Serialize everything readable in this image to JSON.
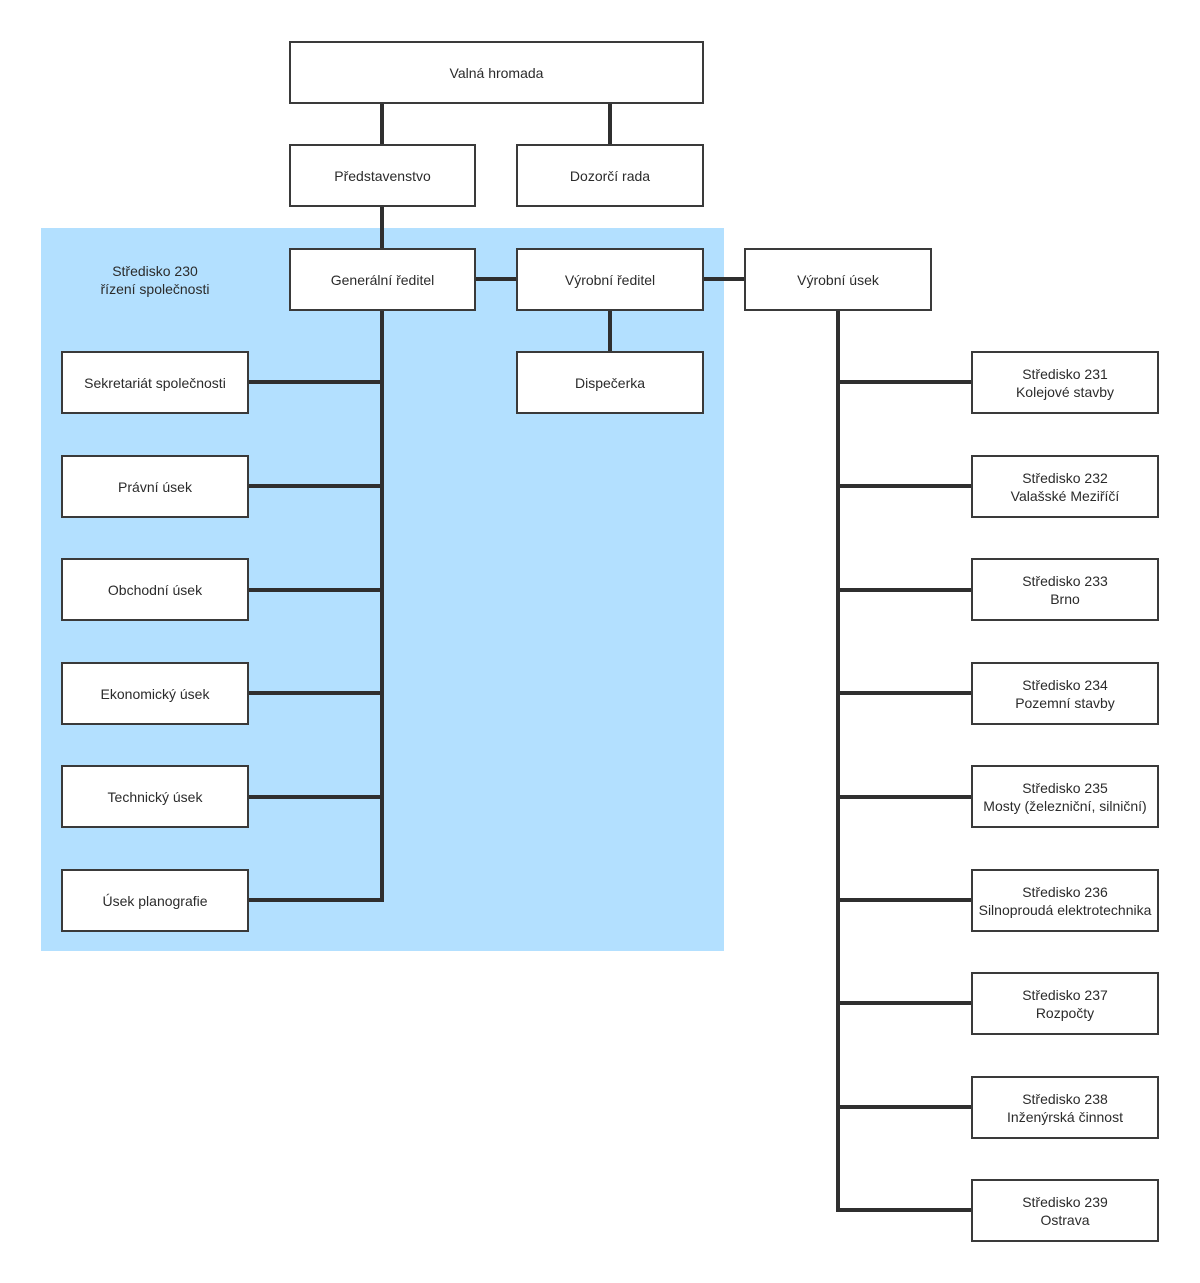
{
  "colors": {
    "region": "#b3e0ff",
    "line": "#2f2f2f",
    "box_border": "#3a3a3a"
  },
  "region": {
    "line1": "Středisko 230",
    "line2": "řízení společnosti"
  },
  "top": {
    "valna": "Valná hromada",
    "predstavenstvo": "Představenstvo",
    "dozorci": "Dozorčí rada"
  },
  "management": {
    "generalni": "Generální ředitel",
    "vyrobni_reditel": "Výrobní ředitel",
    "vyrobni_usek": "Výrobní úsek",
    "dispecerka": "Dispečerka"
  },
  "departments": [
    "Sekretariát společnosti",
    "Právní úsek",
    "Obchodní úsek",
    "Ekonomický úsek",
    "Technický úsek",
    "Úsek planografie"
  ],
  "centers": [
    {
      "code": "Středisko 231",
      "name": "Kolejové stavby"
    },
    {
      "code": "Středisko 232",
      "name": "Valašské Meziříčí"
    },
    {
      "code": "Středisko 233",
      "name": "Brno"
    },
    {
      "code": "Středisko 234",
      "name": "Pozemní stavby"
    },
    {
      "code": "Středisko 235",
      "name": "Mosty (železniční, silniční)"
    },
    {
      "code": "Středisko 236",
      "name": "Silnoproudá elektrotechnika"
    },
    {
      "code": "Středisko 237",
      "name": "Rozpočty"
    },
    {
      "code": "Středisko 238",
      "name": "Inženýrská činnost"
    },
    {
      "code": "Středisko 239",
      "name": "Ostrava"
    }
  ]
}
